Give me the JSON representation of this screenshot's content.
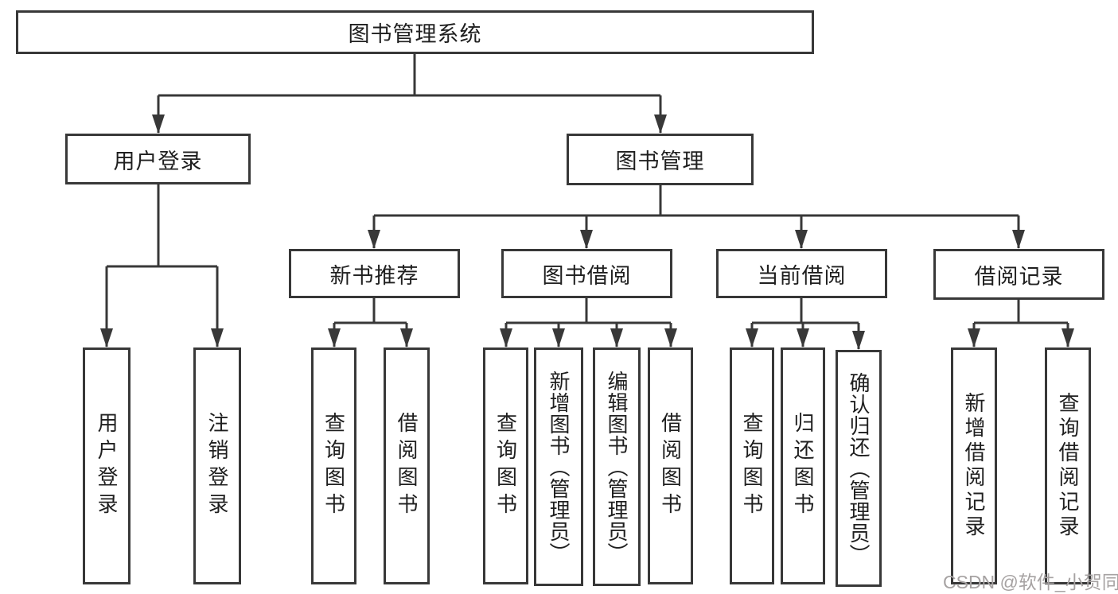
{
  "tree": {
    "root": {
      "label": "图书管理系统",
      "children": [
        {
          "label": "用户登录",
          "children": [
            {
              "label": "用户登录"
            },
            {
              "label": "注销登录"
            }
          ]
        },
        {
          "label": "图书管理",
          "children": [
            {
              "label": "新书推荐",
              "children": [
                {
                  "label": "查询图书"
                },
                {
                  "label": "借阅图书"
                }
              ]
            },
            {
              "label": "图书借阅",
              "children": [
                {
                  "label": "查询图书"
                },
                {
                  "label": "新增图书（管理员）"
                },
                {
                  "label": "编辑图书（管理员）"
                },
                {
                  "label": "借阅图书"
                }
              ]
            },
            {
              "label": "当前借阅",
              "children": [
                {
                  "label": "查询图书"
                },
                {
                  "label": "归还图书"
                },
                {
                  "label": "确认归还（管理员）"
                }
              ]
            },
            {
              "label": "借阅记录",
              "children": [
                {
                  "label": "新增借阅记录"
                },
                {
                  "label": "查询借阅记录"
                }
              ]
            }
          ]
        }
      ]
    }
  },
  "watermark": {
    "text": "CSDN @软件_小贺同学"
  },
  "colors": {
    "line": "#383838",
    "text": "#1f1f1f",
    "watermark": "#a6a2a2"
  }
}
